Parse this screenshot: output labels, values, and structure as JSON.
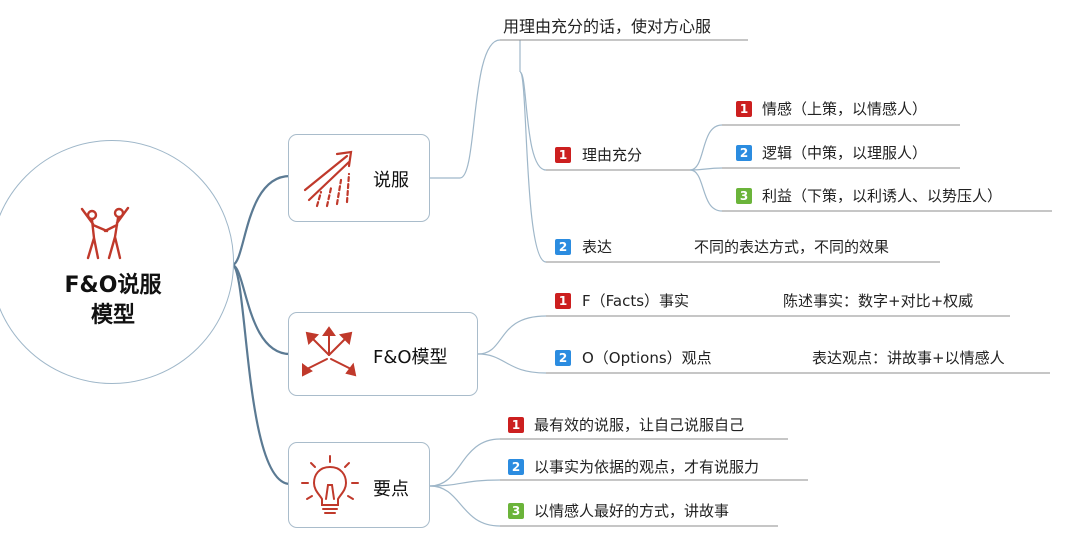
{
  "root": {
    "title_line1": "F&O说服",
    "title_line2": "模型"
  },
  "branches": {
    "persuade": {
      "label": "说服",
      "definition": "用理由充分的话，使对方心服",
      "reason": {
        "badge": "1",
        "label": "理由充分",
        "items": [
          {
            "badge": "1",
            "text": "情感（上策，以情感人）"
          },
          {
            "badge": "2",
            "text": "逻辑（中策，以理服人）"
          },
          {
            "badge": "3",
            "text": "利益（下策，以利诱人、以势压人）"
          }
        ]
      },
      "express": {
        "badge": "2",
        "label": "表达",
        "detail": "不同的表达方式，不同的效果"
      }
    },
    "model": {
      "label": "F&O模型",
      "items": [
        {
          "badge": "1",
          "label": "F（Facts）事实",
          "detail": "陈述事实：数字+对比+权威"
        },
        {
          "badge": "2",
          "label": "O（Options）观点",
          "detail": "表达观点：讲故事+以情感人"
        }
      ]
    },
    "keypoints": {
      "label": "要点",
      "items": [
        {
          "badge": "1",
          "text": "最有效的说服，让自己说服自己"
        },
        {
          "badge": "2",
          "text": "以事实为依据的观点，才有说服力"
        },
        {
          "badge": "3",
          "text": "以情感人最好的方式，讲故事"
        }
      ]
    }
  },
  "colors": {
    "trunk": "#5b7a93",
    "branch": "#9fb7c9",
    "underline": "#8d8d8d",
    "icon_red": "#c0392b",
    "badge_1": "#cc1f1f",
    "badge_2": "#2b8ce0",
    "badge_3": "#6bb43a"
  }
}
